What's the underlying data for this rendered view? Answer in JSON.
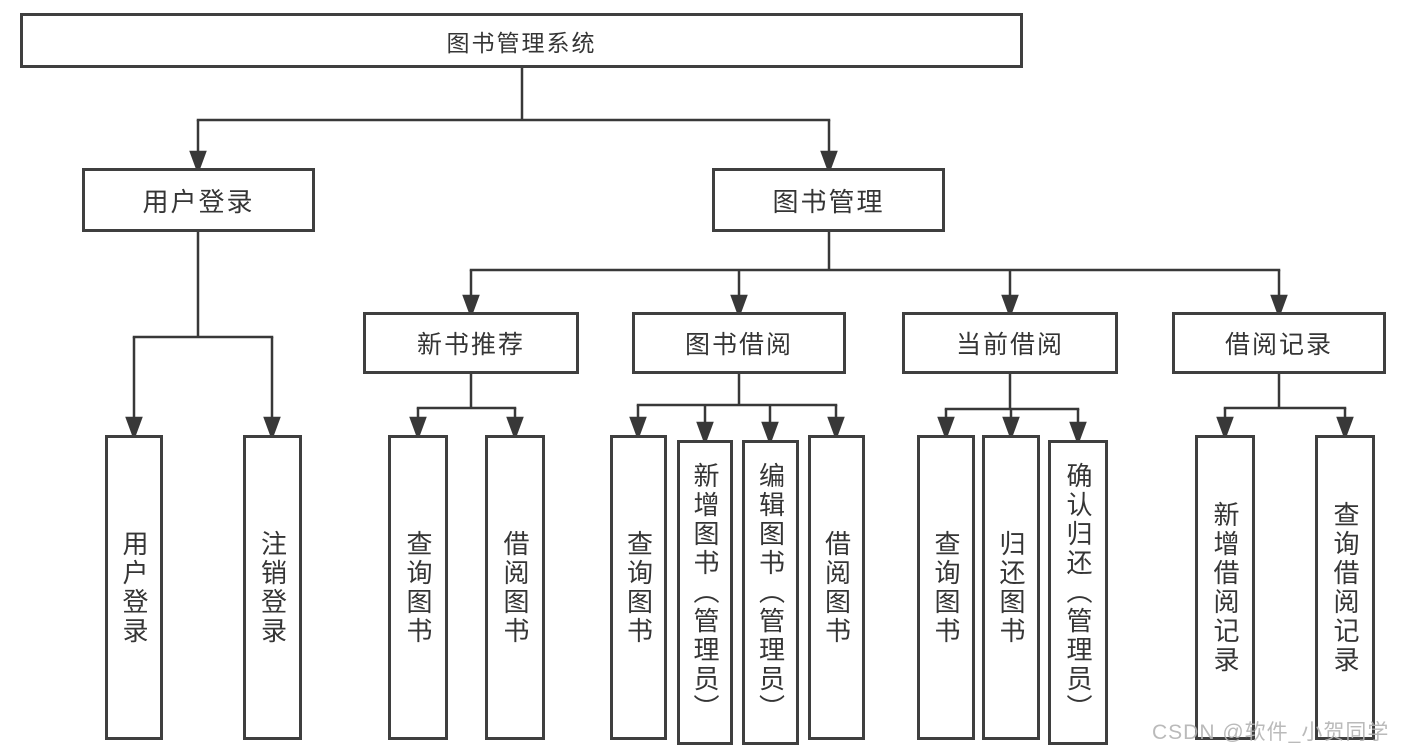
{
  "watermark": "CSDN @软件_小贺同学",
  "colors": {
    "border": "#3f3f3f",
    "line": "#383838",
    "text": "#353535",
    "watermark_gray": "#b2b2b2",
    "background": "#ffffff"
  },
  "root": {
    "label": "图书管理系统"
  },
  "user_login": {
    "label": "用户登录",
    "children": [
      {
        "label": "用户登录"
      },
      {
        "label": "注销登录"
      }
    ]
  },
  "book_mgmt": {
    "label": "图书管理",
    "sections": [
      {
        "label": "新书推荐",
        "children": [
          {
            "label": "查询图书"
          },
          {
            "label": "借阅图书"
          }
        ]
      },
      {
        "label": "图书借阅",
        "children": [
          {
            "label": "查询图书"
          },
          {
            "label": "新增图书（管理员）"
          },
          {
            "label": "编辑图书（管理员）"
          },
          {
            "label": "借阅图书"
          }
        ]
      },
      {
        "label": "当前借阅",
        "children": [
          {
            "label": "查询图书"
          },
          {
            "label": "归还图书"
          },
          {
            "label": "确认归还（管理员）"
          }
        ]
      },
      {
        "label": "借阅记录",
        "children": [
          {
            "label": "新增借阅记录"
          },
          {
            "label": "查询借阅记录"
          }
        ]
      }
    ]
  }
}
